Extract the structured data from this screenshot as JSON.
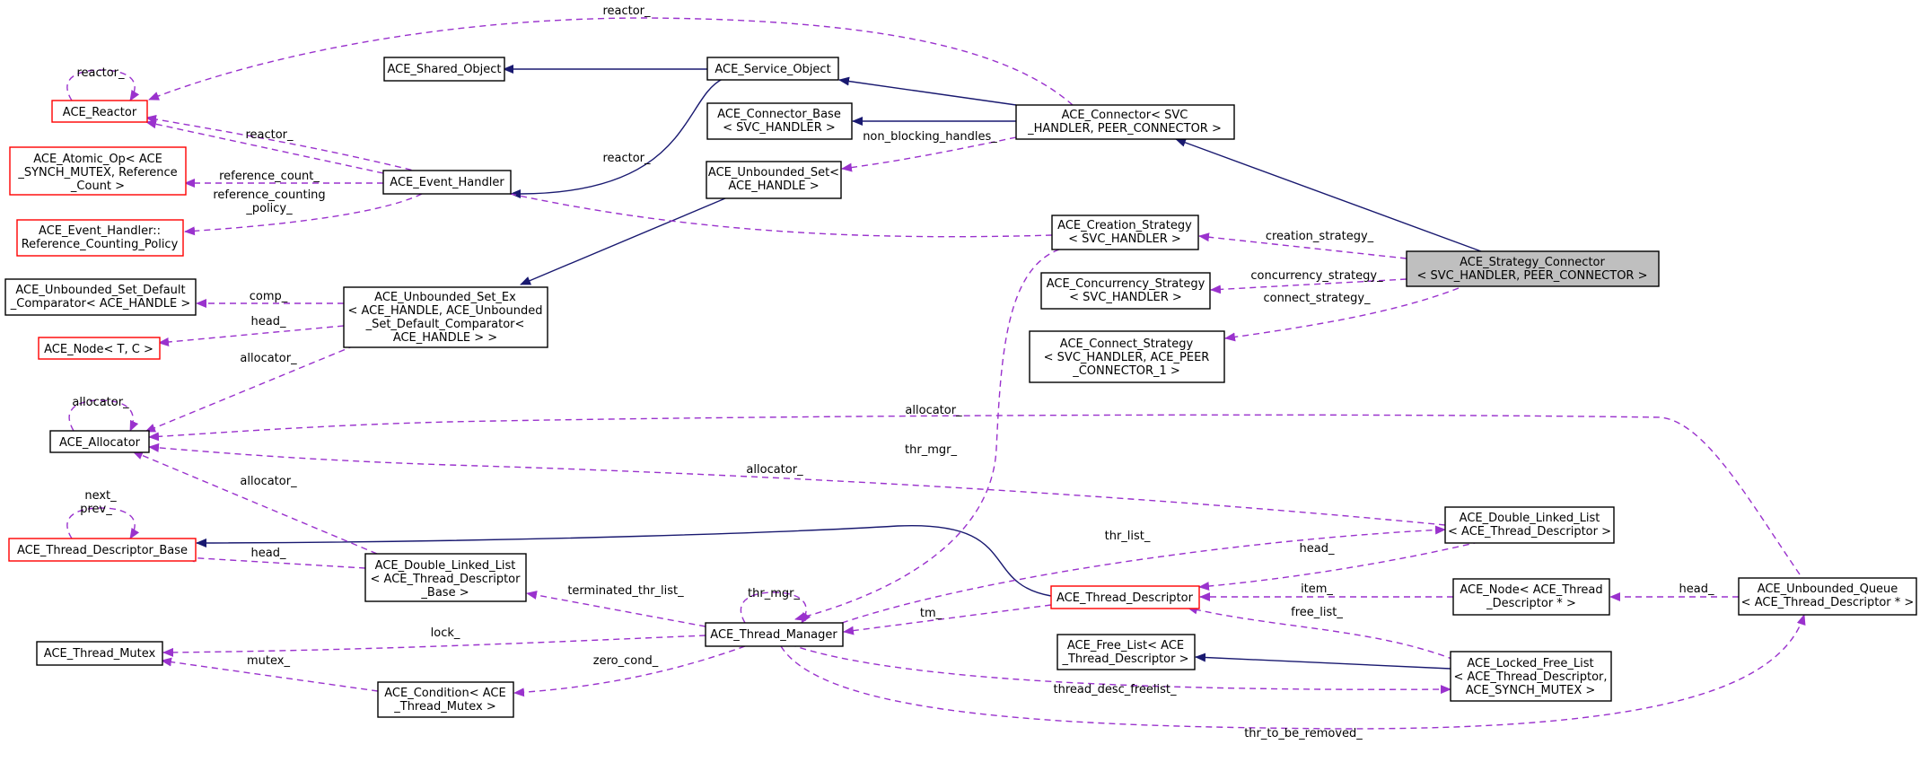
{
  "colors": {
    "inheritance": "#191970",
    "usage": "#9a32cd",
    "incomplete_border": "#ff0000",
    "normal_border": "#000000",
    "focus_fill": "#bfbfbf"
  },
  "nodes": {
    "reactor": {
      "lines": [
        "ACE_Reactor"
      ],
      "style": "red"
    },
    "atomic_op": {
      "lines": [
        "ACE_Atomic_Op< ACE",
        "_SYNCH_MUTEX, Reference",
        "_Count >"
      ],
      "style": "red"
    },
    "ref_policy": {
      "lines": [
        "ACE_Event_Handler::",
        "Reference_Counting_Policy"
      ],
      "style": "red"
    },
    "default_comparator": {
      "lines": [
        "ACE_Unbounded_Set_Default",
        "_Comparator< ACE_HANDLE >"
      ],
      "style": "normal"
    },
    "node_tc": {
      "lines": [
        "ACE_Node< T, C >"
      ],
      "style": "red"
    },
    "allocator": {
      "lines": [
        "ACE_Allocator"
      ],
      "style": "normal"
    },
    "td_base": {
      "lines": [
        "ACE_Thread_Descriptor_Base"
      ],
      "style": "red"
    },
    "thread_mutex": {
      "lines": [
        "ACE_Thread_Mutex"
      ],
      "style": "normal"
    },
    "shared_object": {
      "lines": [
        "ACE_Shared_Object"
      ],
      "style": "normal"
    },
    "event_handler": {
      "lines": [
        "ACE_Event_Handler"
      ],
      "style": "normal"
    },
    "unbounded_set_ex": {
      "lines": [
        "ACE_Unbounded_Set_Ex",
        "< ACE_HANDLE, ACE_Unbounded",
        "_Set_Default_Comparator<",
        "ACE_HANDLE > >"
      ],
      "style": "normal"
    },
    "dll_td_base": {
      "lines": [
        "ACE_Double_Linked_List",
        "< ACE_Thread_Descriptor",
        "_Base >"
      ],
      "style": "normal"
    },
    "condition": {
      "lines": [
        "ACE_Condition< ACE",
        "_Thread_Mutex >"
      ],
      "style": "normal"
    },
    "service_object": {
      "lines": [
        "ACE_Service_Object"
      ],
      "style": "normal"
    },
    "connector_base": {
      "lines": [
        "ACE_Connector_Base",
        "< SVC_HANDLER >"
      ],
      "style": "normal"
    },
    "unbounded_set": {
      "lines": [
        "ACE_Unbounded_Set<",
        "ACE_HANDLE >"
      ],
      "style": "normal"
    },
    "thread_manager": {
      "lines": [
        "ACE_Thread_Manager"
      ],
      "style": "normal"
    },
    "connector": {
      "lines": [
        "ACE_Connector< SVC",
        "_HANDLER, PEER_CONNECTOR >"
      ],
      "style": "normal"
    },
    "creation_strategy": {
      "lines": [
        "ACE_Creation_Strategy",
        "< SVC_HANDLER >"
      ],
      "style": "normal"
    },
    "concurrency_strategy": {
      "lines": [
        "ACE_Concurrency_Strategy",
        "< SVC_HANDLER >"
      ],
      "style": "normal"
    },
    "connect_strategy": {
      "lines": [
        "ACE_Connect_Strategy",
        "< SVC_HANDLER, ACE_PEER",
        "_CONNECTOR_1 >"
      ],
      "style": "normal"
    },
    "thread_descriptor": {
      "lines": [
        "ACE_Thread_Descriptor"
      ],
      "style": "red"
    },
    "free_list": {
      "lines": [
        "ACE_Free_List< ACE",
        "_Thread_Descriptor >"
      ],
      "style": "normal"
    },
    "strategy_connector": {
      "lines": [
        "ACE_Strategy_Connector",
        "< SVC_HANDLER, PEER_CONNECTOR >"
      ],
      "style": "focus"
    },
    "dll_td": {
      "lines": [
        "ACE_Double_Linked_List",
        "< ACE_Thread_Descriptor >"
      ],
      "style": "normal"
    },
    "node_td": {
      "lines": [
        "ACE_Node< ACE_Thread",
        "_Descriptor * >"
      ],
      "style": "normal"
    },
    "locked_free_list": {
      "lines": [
        "ACE_Locked_Free_List",
        "< ACE_Thread_Descriptor,",
        "ACE_SYNCH_MUTEX >"
      ],
      "style": "normal"
    },
    "unbounded_queue": {
      "lines": [
        "ACE_Unbounded_Queue",
        "< ACE_Thread_Descriptor * >"
      ],
      "style": "normal"
    }
  },
  "edge_labels": {
    "reactor_top": "reactor_",
    "reactor_self": "reactor_",
    "reactor_eh": "reactor_",
    "reactor_cs": "reactor_",
    "reference_count": "reference_count_",
    "reference_counting_policy": [
      "reference_counting",
      "_policy_"
    ],
    "comp": "comp_",
    "head_set": "head_",
    "allocator_set": "allocator_",
    "allocator_self": "allocator_",
    "allocator_queue": "allocator_",
    "allocator_dll": "allocator_",
    "allocator_dll_base": "allocator_",
    "next_prev": [
      "next_",
      "prev_"
    ],
    "head_dll_base": "head_",
    "lock": "lock_",
    "mutex": "mutex_",
    "non_blocking_handles": "non_blocking_handles_",
    "creation_strategy": "creation_strategy_",
    "concurrency_strategy": "concurrency_strategy_",
    "connect_strategy": "connect_strategy_",
    "thr_mgr_cs": "thr_mgr_",
    "thr_mgr_self": "thr_mgr_",
    "terminated_thr_list": "terminated_thr_list_",
    "zero_cond": "zero_cond_",
    "thr_list": "thr_list_",
    "tm": "tm_",
    "head_dll": "head_",
    "item": "item_",
    "free_list": "free_list_",
    "head_queue": "head_",
    "thread_desc_freelist": "thread_desc_freelist_",
    "thr_to_be_removed": "thr_to_be_removed_"
  }
}
